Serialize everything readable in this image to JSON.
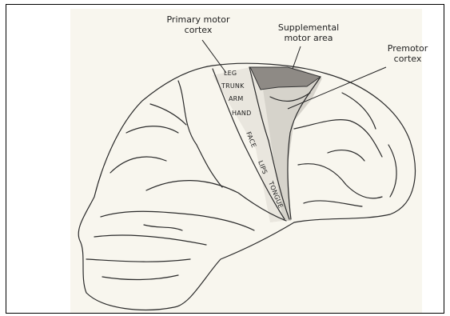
{
  "labels": {
    "primary_motor": [
      "Primary motor",
      "cortex"
    ],
    "supplemental_motor": [
      "Supplemental",
      "motor area"
    ],
    "premotor": [
      "Premotor",
      "cortex"
    ]
  },
  "body_parts": [
    "LEG",
    "TRUNK",
    "ARM",
    "HAND",
    "FACE",
    "LIPS",
    "TONGUE"
  ]
}
